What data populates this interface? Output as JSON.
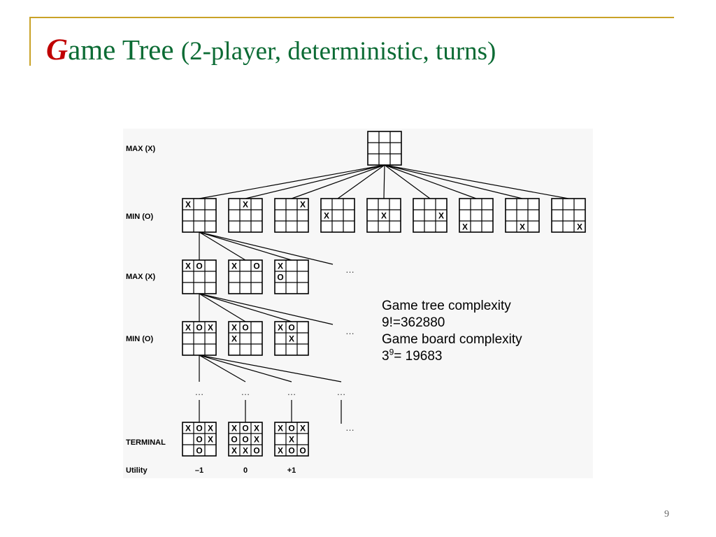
{
  "slide": {
    "title_first_letter": "G",
    "title_rest": "ame Tree",
    "title_subtitle": "(2-player, deterministic, turns)",
    "page_number": "9"
  },
  "colors": {
    "title": "#0b6b34",
    "title_first_letter": "#c00000",
    "frame": "#c9a227"
  },
  "tree": {
    "levels": [
      "MAX (X)",
      "MIN (O)",
      "MAX (X)",
      "MIN (O)",
      "TERMINAL"
    ],
    "utility_label": "Utility",
    "utilities": [
      "–1",
      "0",
      "+1"
    ],
    "ellipsis": "…",
    "root_board": [
      "",
      "",
      "",
      "",
      "",
      "",
      "",
      "",
      ""
    ],
    "level1_boards": [
      [
        "X",
        "",
        "",
        "",
        "",
        "",
        "",
        "",
        ""
      ],
      [
        "",
        "X",
        "",
        "",
        "",
        "",
        "",
        "",
        ""
      ],
      [
        "",
        "",
        "X",
        "",
        "",
        "",
        "",
        "",
        ""
      ],
      [
        "",
        "",
        "",
        "X",
        "",
        "",
        "",
        "",
        ""
      ],
      [
        "",
        "",
        "",
        "",
        "X",
        "",
        "",
        "",
        ""
      ],
      [
        "",
        "",
        "",
        "",
        "",
        "X",
        "",
        "",
        ""
      ],
      [
        "",
        "",
        "",
        "",
        "",
        "",
        "X",
        "",
        ""
      ],
      [
        "",
        "",
        "",
        "",
        "",
        "",
        "",
        "X",
        ""
      ],
      [
        "",
        "",
        "",
        "",
        "",
        "",
        "",
        "",
        "X"
      ]
    ],
    "level2_boards": [
      [
        "X",
        "O",
        "",
        "",
        "",
        "",
        "",
        "",
        ""
      ],
      [
        "X",
        "",
        "O",
        "",
        "",
        "",
        "",
        "",
        ""
      ],
      [
        "X",
        "",
        "",
        "O",
        "",
        "",
        "",
        "",
        ""
      ]
    ],
    "level3_boards": [
      [
        "X",
        "O",
        "X",
        "",
        "",
        "",
        "",
        "",
        ""
      ],
      [
        "X",
        "O",
        "",
        "X",
        "",
        "",
        "",
        "",
        ""
      ],
      [
        "X",
        "O",
        "",
        "",
        "X",
        "",
        "",
        "",
        ""
      ]
    ],
    "terminal_boards": [
      [
        "X",
        "O",
        "X",
        "",
        "O",
        "X",
        "",
        "O",
        ""
      ],
      [
        "X",
        "O",
        "X",
        "O",
        "O",
        "X",
        "X",
        "X",
        "O"
      ],
      [
        "X",
        "O",
        "X",
        "",
        "X",
        "",
        "X",
        "O",
        "O"
      ]
    ]
  },
  "complexity": {
    "line1": "Game tree complexity",
    "line2": "9!=362880",
    "line3": "Game board complexity",
    "line4_base": "3",
    "line4_exp": "9",
    "line4_rest": "=  19683"
  }
}
